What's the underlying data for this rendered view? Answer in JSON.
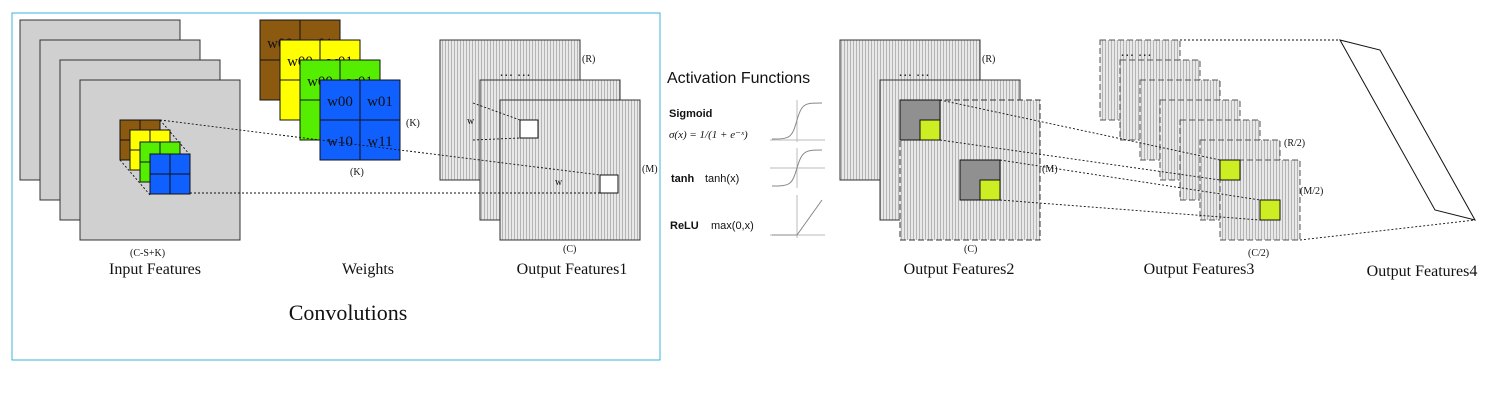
{
  "labels": {
    "input_features": "Input Features",
    "weights": "Weights",
    "output_features1": "Output Features1",
    "output_features2": "Output Features2",
    "output_features3": "Output Features3",
    "output_features4": "Output Features4",
    "convolutions": "Convolutions",
    "input_dim": "(C-S+K)",
    "weights_dim_right": "(K)",
    "weights_dim_bottom": "(K)",
    "of1_dim_R": "(R)",
    "of1_dim_M": "(M)",
    "of1_dim_C": "(C)",
    "of1_w_a": "w",
    "of1_w_b": "w",
    "of1_dots": "… …",
    "of2_dim_R": "(R)",
    "of2_dim_M": "(M)",
    "of2_dim_C": "(C)",
    "of2_dots": "… …",
    "of3_dim_R2": "(R/2)",
    "of3_dim_M2": "(M/2)",
    "of3_dim_C2": "(C/2)",
    "of3_dots": "… …"
  },
  "weights": {
    "cells": [
      "w00",
      "w01",
      "w10",
      "w11"
    ],
    "layer_colors": [
      "#8b5a10",
      "#ffff00",
      "#55ee00",
      "#1060ff"
    ]
  },
  "activation": {
    "title": "Activation Functions",
    "functions": [
      {
        "name": "Sigmoid",
        "formula": "σ(x) = 1/(1 + e⁻ˣ)"
      },
      {
        "name": "tanh",
        "formula": "tanh(x)"
      },
      {
        "name": "ReLU",
        "formula": "max(0,x)"
      }
    ]
  },
  "colors": {
    "frame": "#3bb3e0",
    "feature_map": "#d0d0d0",
    "pool_region": "#909090",
    "pool_highlight": "#ccee22"
  }
}
